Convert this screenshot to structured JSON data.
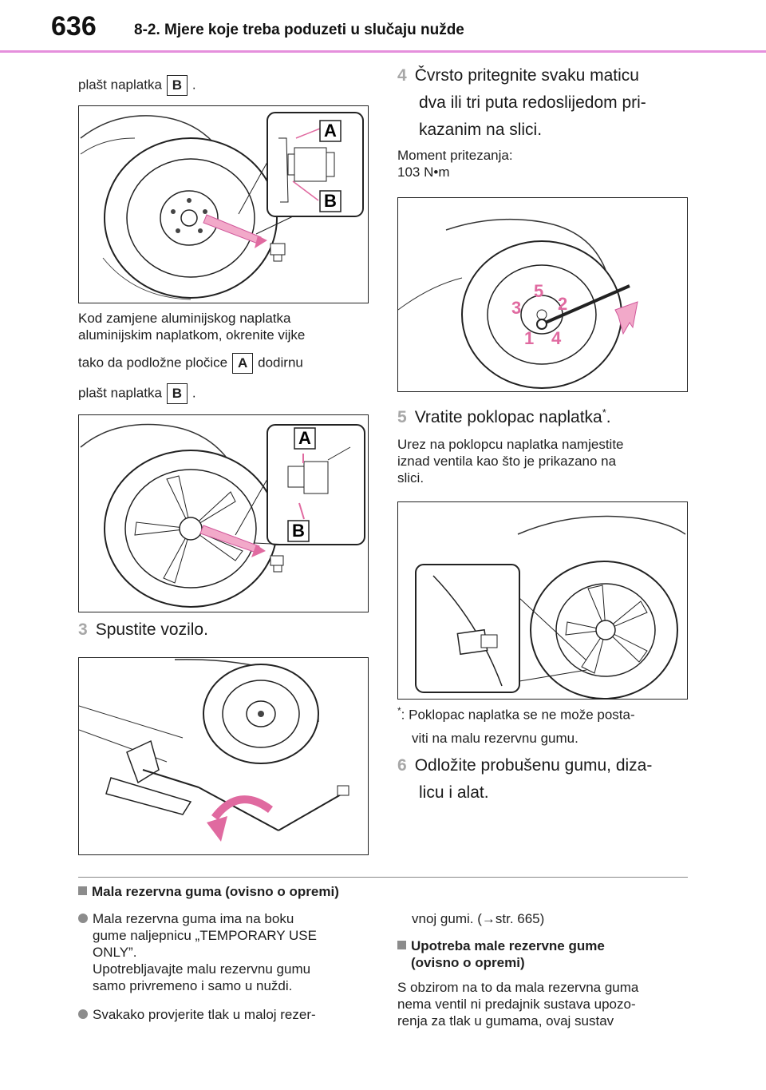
{
  "header": {
    "page_number": "636",
    "title": "8-2. Mjere koje treba poduzeti u slučaju nužde"
  },
  "left": {
    "p1": {
      "text": "plašt naplatka",
      "tag": "B",
      "end": "."
    },
    "fig1": {
      "label_a": "A",
      "label_b": "B"
    },
    "p2": {
      "line1": "Kod zamjene aluminijskog naplatka",
      "line2": "aluminijskim naplatkom, okrenite vijke",
      "line3_pre": "tako da podložne pločice",
      "line3_tag": "A",
      "line3_post": "dodirnu",
      "line4_pre": "plašt naplatka",
      "line4_tag": "B",
      "line4_post": "."
    },
    "fig2": {
      "label_a": "A",
      "label_b": "B"
    },
    "step3": {
      "num": "3",
      "text": "Spustite vozilo."
    }
  },
  "right": {
    "step4": {
      "num": "4",
      "line1": "Čvrsto pritegnite svaku maticu",
      "line2": "dva ili tri puta redoslijedom pri-",
      "line3": "kazanim na slici."
    },
    "torque": {
      "line1": "Moment pritezanja:",
      "line2": "103 N•m"
    },
    "fig4": {
      "n1": "1",
      "n2": "2",
      "n3": "3",
      "n4": "4",
      "n5": "5"
    },
    "step5": {
      "num": "5",
      "text": "Vratite poklopac naplatka",
      "sup": "*",
      "end": "."
    },
    "p5": {
      "line1": "Urez na poklopcu naplatka namjestite",
      "line2": "iznad ventila kao što je prikazano na",
      "line3": "slici."
    },
    "footnote": {
      "mark": "*",
      "line1": ": Poklopac naplatka se ne može posta-",
      "line2": "viti na malu rezervnu gumu."
    },
    "step6": {
      "num": "6",
      "line1": "Odložite probušenu gumu, diza-",
      "line2": "licu i alat."
    }
  },
  "bottom": {
    "section1_title": "Mala rezervna guma (ovisno o opremi)",
    "bullet1": {
      "line1": "Mala rezervna guma ima na boku",
      "line2": "gume naljepnicu „TEMPORARY USE",
      "line3": "ONLY”.",
      "line4": "Upotrebljavajte malu rezervnu gumu",
      "line5": "samo privremeno i samo u nuždi."
    },
    "bullet2": {
      "line1": "Svakako provjerite tlak u maloj rezer-",
      "line2": "vnoj gumi. (",
      "arrow": "→",
      "line2_end": "str. 665)"
    },
    "section2_title_l1": "Upotreba male rezervne gume",
    "section2_title_l2": "(ovisno o opremi)",
    "section2_body": {
      "line1": "S obzirom na to da mala rezervna guma",
      "line2": "nema ventil ni predajnik sustava upozo-",
      "line3": "renja za tlak u gumama, ovaj sustav"
    }
  },
  "colors": {
    "accent_pink": "#e58fdc",
    "label_pink": "#e06aa0",
    "step_gray": "#a7a7a7"
  }
}
